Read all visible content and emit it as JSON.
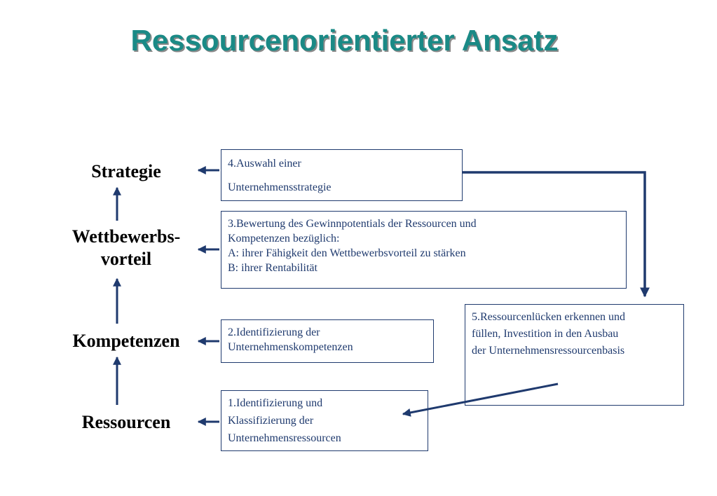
{
  "title": "Ressourcenorientierter Ansatz",
  "levels": {
    "strategie": "Strategie",
    "wettbewerb_line1": "Wettbewerbs-",
    "wettbewerb_line2": "vorteil",
    "kompetenzen": "Kompetenzen",
    "ressourcen": "Ressourcen"
  },
  "boxes": {
    "step4": [
      "4.Auswahl einer",
      "Unternehmensstrategie"
    ],
    "step3": [
      "3.Bewertung  des Gewinnpotentials der Ressourcen und",
      "Kompetenzen bezüglich:",
      "A: ihrer Fähigkeit den Wettbewerbsvorteil zu stärken",
      "B: ihrer Rentabilität"
    ],
    "step2": [
      "2.Identifizierung der",
      "Unternehmenskompetenzen"
    ],
    "step1": [
      "1.Identifizierung und",
      "Klassifizierung der",
      "Unternehmensressourcen"
    ],
    "step5": [
      "5.Ressourcenlücken erkennen und",
      "füllen, Investition in den Ausbau",
      "der Unternehmensressourcenbasis"
    ]
  },
  "colors": {
    "title": "#1a8a86",
    "arrow": "#1f3a6e",
    "box_text": "#1f3a6e"
  }
}
